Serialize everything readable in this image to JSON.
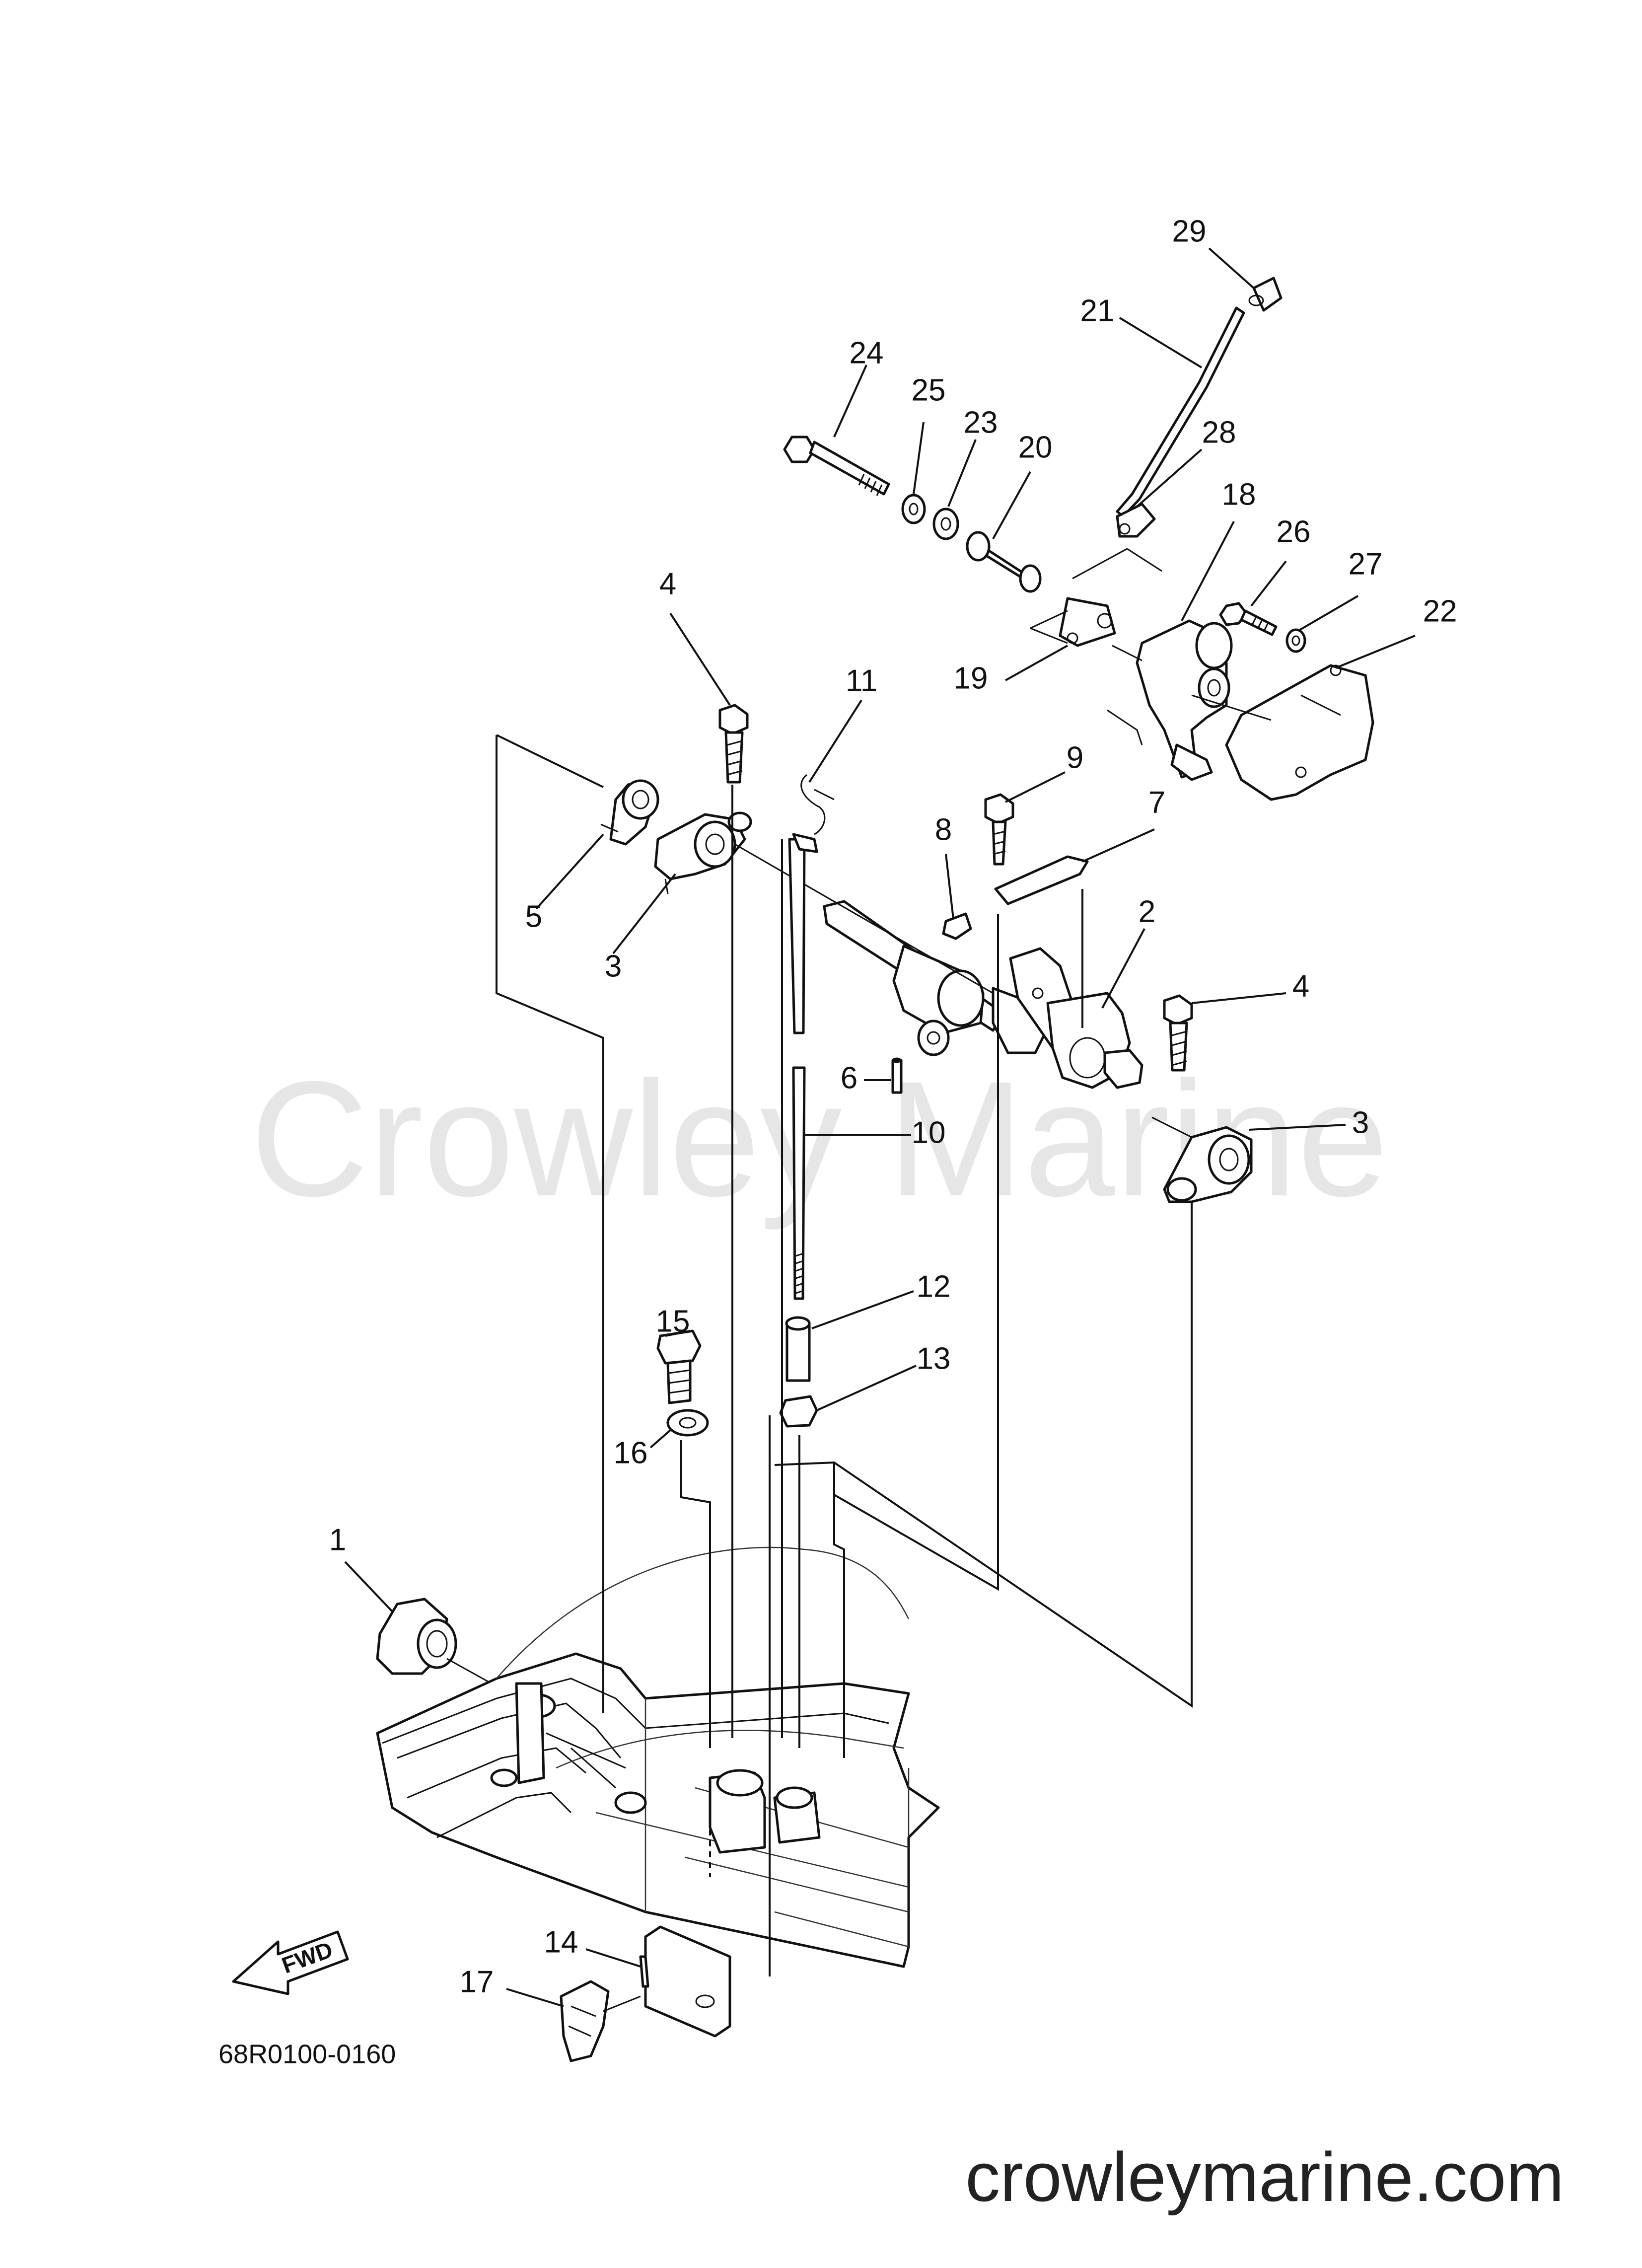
{
  "watermark": "Crowley Marine",
  "doc_id": "68R0100-0160",
  "site": "crowleymarine.com",
  "fwd_label": "FWD",
  "icons": {
    "fwd_arrow": "fwd-arrow-icon"
  },
  "callouts": [
    {
      "id": "29",
      "label": "29"
    },
    {
      "id": "21",
      "label": "21"
    },
    {
      "id": "24",
      "label": "24"
    },
    {
      "id": "25",
      "label": "25"
    },
    {
      "id": "23",
      "label": "23"
    },
    {
      "id": "20",
      "label": "20"
    },
    {
      "id": "28",
      "label": "28"
    },
    {
      "id": "18",
      "label": "18"
    },
    {
      "id": "26",
      "label": "26"
    },
    {
      "id": "27",
      "label": "27"
    },
    {
      "id": "22",
      "label": "22"
    },
    {
      "id": "19",
      "label": "19"
    },
    {
      "id": "4a",
      "label": "4"
    },
    {
      "id": "11",
      "label": "11"
    },
    {
      "id": "9",
      "label": "9"
    },
    {
      "id": "7",
      "label": "7"
    },
    {
      "id": "8",
      "label": "8"
    },
    {
      "id": "5",
      "label": "5"
    },
    {
      "id": "3a",
      "label": "3"
    },
    {
      "id": "2",
      "label": "2"
    },
    {
      "id": "4b",
      "label": "4"
    },
    {
      "id": "6",
      "label": "6"
    },
    {
      "id": "3b",
      "label": "3"
    },
    {
      "id": "10",
      "label": "10"
    },
    {
      "id": "12",
      "label": "12"
    },
    {
      "id": "15",
      "label": "15"
    },
    {
      "id": "13",
      "label": "13"
    },
    {
      "id": "16",
      "label": "16"
    },
    {
      "id": "1",
      "label": "1"
    },
    {
      "id": "14",
      "label": "14"
    },
    {
      "id": "17",
      "label": "17"
    }
  ]
}
